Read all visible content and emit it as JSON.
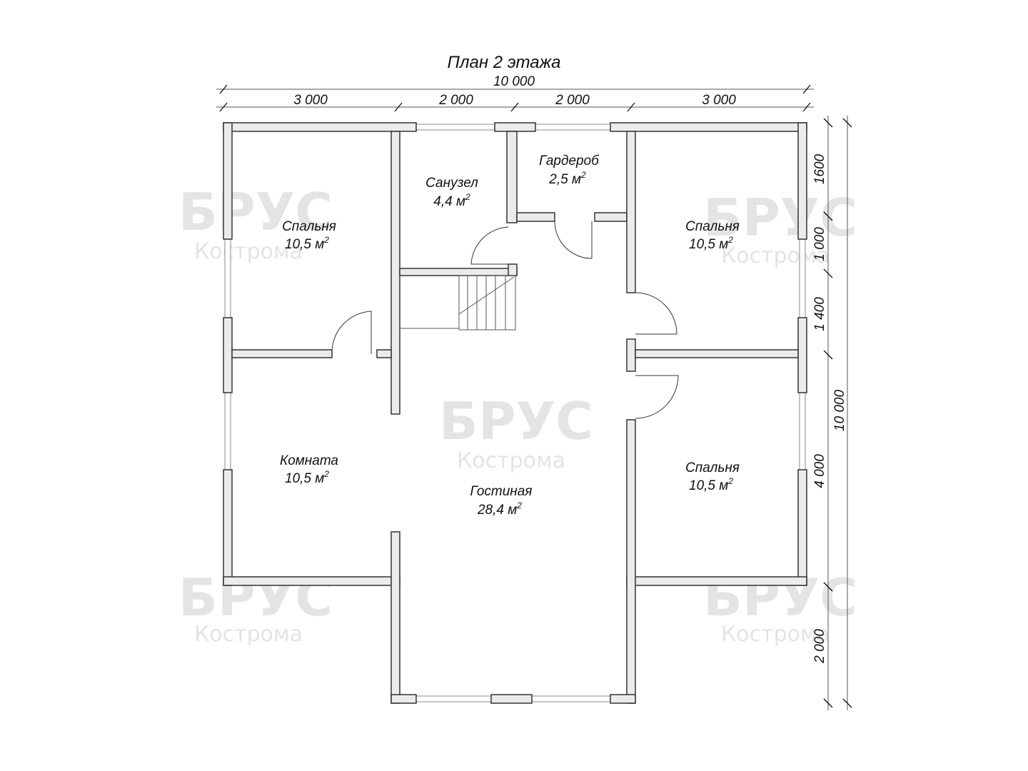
{
  "title": "План 2 этажа",
  "watermark": {
    "brand": "БРУС",
    "city": "Кострома"
  },
  "dimensions": {
    "top_total": "10 000",
    "top_segments": [
      "3 000",
      "2 000",
      "2 000",
      "3 000"
    ],
    "right_total": "10 000",
    "right_segments": [
      "1600",
      "1 000",
      "1 400",
      "4 000",
      "2 000"
    ]
  },
  "rooms": [
    {
      "name": "Спальня",
      "area": "10,5 м",
      "sup": "2"
    },
    {
      "name": "Санузел",
      "area": "4,4 м",
      "sup": "2"
    },
    {
      "name": "Гардероб",
      "area": "2,5 м",
      "sup": "2"
    },
    {
      "name": "Спальня",
      "area": "10,5 м",
      "sup": "2"
    },
    {
      "name": "Комната",
      "area": "10,5 м",
      "sup": "2"
    },
    {
      "name": "Гостиная",
      "area": "28,4 м",
      "sup": "2"
    },
    {
      "name": "Спальня",
      "area": "10,5 м",
      "sup": "2"
    }
  ]
}
